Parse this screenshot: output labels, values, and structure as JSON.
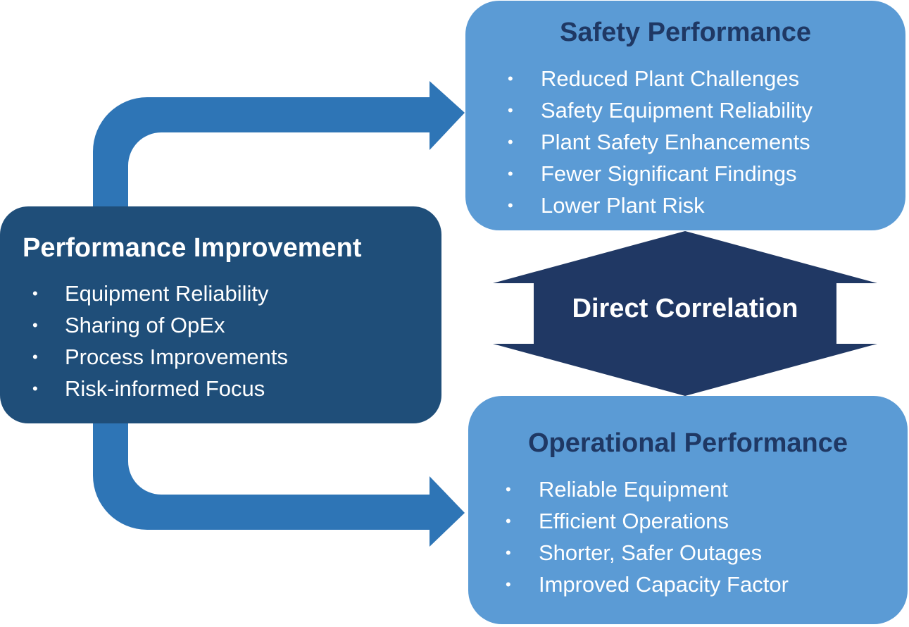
{
  "colors": {
    "light_box": "#5b9bd5",
    "dark_box": "#1f4e79",
    "connector": "#2e75b6",
    "correlation_arrow": "#203864",
    "title_dark": "#1f3864",
    "text_light": "#ffffff"
  },
  "improvement": {
    "title": "Performance Improvement",
    "bullet_symbol": "•",
    "items": [
      "Equipment Reliability",
      "Sharing of OpEx",
      "Process Improvements",
      "Risk-informed Focus"
    ]
  },
  "safety": {
    "title": "Safety Performance",
    "bullet_symbol": "•",
    "items": [
      "Reduced Plant Challenges",
      "Safety Equipment Reliability",
      "Plant Safety Enhancements",
      "Fewer Significant Findings",
      "Lower Plant Risk"
    ]
  },
  "operational": {
    "title": "Operational Performance",
    "bullet_symbol": "•",
    "items": [
      "Reliable Equipment",
      "Efficient Operations",
      "Shorter, Safer Outages",
      "Improved Capacity Factor"
    ]
  },
  "correlation": {
    "label": "Direct Correlation"
  }
}
